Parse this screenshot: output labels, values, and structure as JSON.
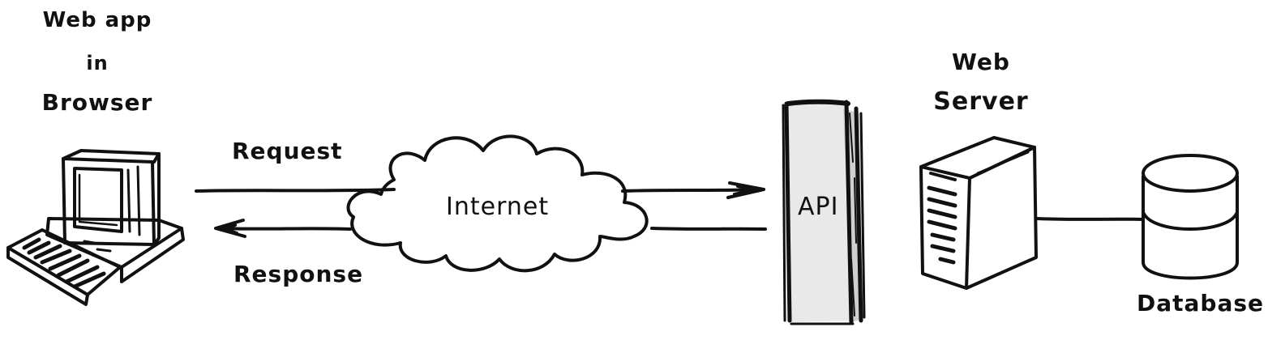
{
  "browser": {
    "line1": "Web app",
    "line2": "in",
    "line3": "Browser"
  },
  "arrows": {
    "request_label": "Request",
    "response_label": "Response"
  },
  "cloud": {
    "label": "Internet"
  },
  "api": {
    "label": "API"
  },
  "server": {
    "line1": "Web",
    "line2": "Server"
  },
  "database": {
    "label": "Database"
  },
  "colors": {
    "ink": "#111111",
    "background": "#ffffff"
  }
}
